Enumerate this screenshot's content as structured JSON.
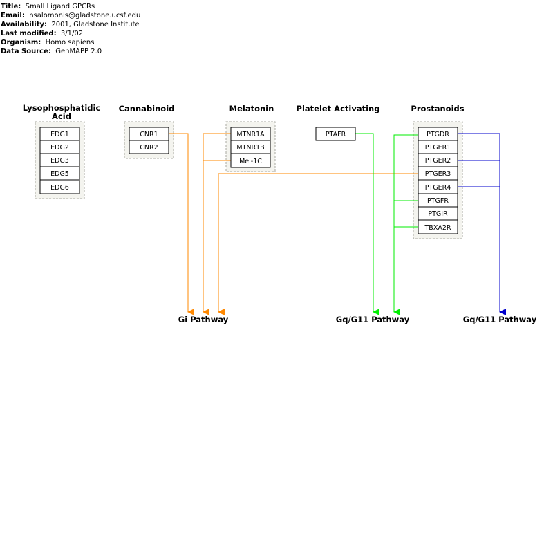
{
  "meta": [
    {
      "key": "Title:",
      "value": "Small Ligand GPCRs"
    },
    {
      "key": "Email:",
      "value": "nsalomonis@gladstone.ucsf.edu"
    },
    {
      "key": "Availability:",
      "value": "2001, Gladstone Institute"
    },
    {
      "key": "Last modified:",
      "value": "3/1/02"
    },
    {
      "key": "Organism:",
      "value": "Homo sapiens"
    },
    {
      "key": "Data Source:",
      "value": "GenMAPP 2.0"
    }
  ],
  "groups": {
    "lpa": {
      "title_line1": "Lysophosphatidic",
      "title_line2": "Acid",
      "genes": [
        "EDG1",
        "EDG2",
        "EDG3",
        "EDG5",
        "EDG6"
      ]
    },
    "cannabinoid": {
      "title": "Cannabinoid",
      "genes": [
        "CNR1",
        "CNR2"
      ]
    },
    "melatonin": {
      "title": "Melatonin",
      "genes": [
        "MTNR1A",
        "MTNR1B",
        "Mel-1C"
      ]
    },
    "platelet": {
      "title": "Platelet Activating",
      "genes": [
        "PTAFR"
      ]
    },
    "prostanoids": {
      "title": "Prostanoids",
      "genes": [
        "PTGDR",
        "PTGER1",
        "PTGER2",
        "PTGER3",
        "PTGER4",
        "PTGFR",
        "PTGIR",
        "TBXA2R"
      ]
    }
  },
  "pathways": {
    "gi": "Gi Pathway",
    "gq1": "Gq/G11 Pathway",
    "gq2": "Gq/G11 Pathway"
  },
  "colors": {
    "gi": "#ff8800",
    "gq_green": "#00ee00",
    "gq_blue": "#0000cc",
    "group_fill": "#f4f4ef",
    "group_border": "#a8a8a0"
  }
}
